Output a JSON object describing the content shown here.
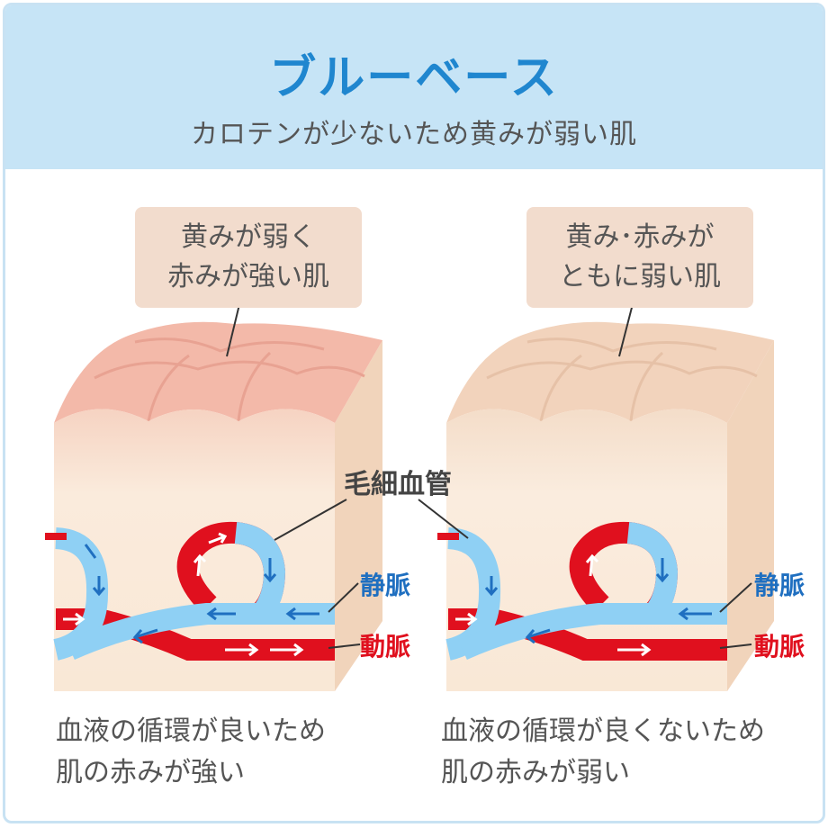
{
  "header": {
    "title": "ブルーベース",
    "subtitle": "カロテンが少ないため黄みが弱い肌"
  },
  "left_panel": {
    "label_line1": "黄みが弱く",
    "label_line2": "赤みが強い肌",
    "caption_line1": "血液の循環が良いため",
    "caption_line2": "肌の赤みが強い"
  },
  "right_panel": {
    "label_line1": "黄み･赤みが",
    "label_line2": "ともに弱い肌",
    "caption_line1": "血液の循環が良くないため",
    "caption_line2": "肌の赤みが弱い"
  },
  "annotations": {
    "capillary": "毛細血管",
    "vein": "静脈",
    "artery": "動脈"
  },
  "colors": {
    "header_bg": "#c6e4f6",
    "title": "#1f86cf",
    "vein": "#8fd0f4",
    "artery": "#e0101e",
    "vein_label": "#1f6fc0",
    "artery_label": "#e0101e",
    "skin_left_top": "#f3b9a9",
    "skin_right_top": "#f2d3bc",
    "skin_body": "#f8e6d3"
  }
}
